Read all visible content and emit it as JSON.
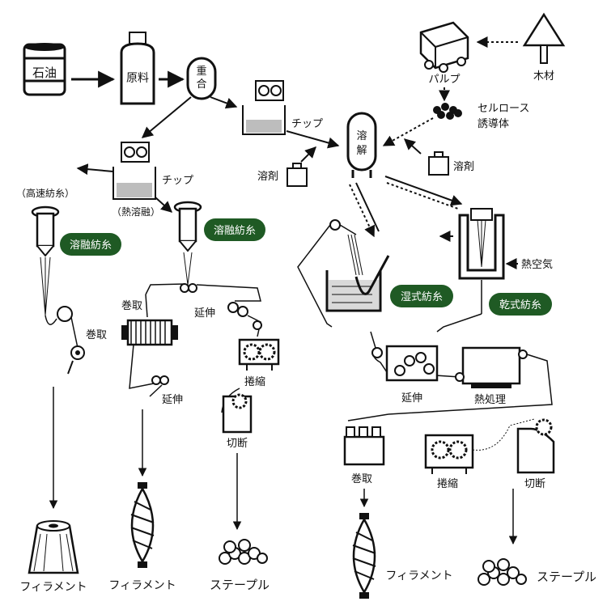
{
  "labels": {
    "oil": "石油",
    "raw_material": "原料",
    "polymerization": "重合",
    "chip_right": "チップ",
    "chip_left": "チップ",
    "solvent_1": "溶剤",
    "solvent_2": "溶剤",
    "dissolve": "溶解",
    "pulp": "パルプ",
    "wood": "木材",
    "cellulose_derivative_line1": "セルロース",
    "cellulose_derivative_line2": "誘導体",
    "high_speed_spinning": "（高速紡糸）",
    "hot_melt": "（熱溶融）",
    "melt_spinning_1": "溶融紡糸",
    "melt_spinning_2": "溶融紡糸",
    "wet_spinning": "湿式紡糸",
    "dry_spinning": "乾式紡糸",
    "hot_air": "熱空気",
    "winding_1": "巻取",
    "winding_2": "巻取",
    "winding_3": "巻取",
    "drawing_1": "延伸",
    "drawing_2": "延伸",
    "drawing_3": "延伸",
    "crimping_1": "捲縮",
    "crimping_2": "捲縮",
    "cutting_1": "切断",
    "cutting_2": "切断",
    "heat_treatment": "熱処理",
    "filament_1": "フィラメント",
    "filament_2": "フィラメント",
    "filament_3": "フィラメント",
    "staple_1": "ステープル",
    "staple_2": "ステープル"
  },
  "colors": {
    "ink": "#111111",
    "pill": "#1f5a24",
    "pill_text": "#ffffff",
    "background": "#ffffff"
  },
  "icons": [
    "oil-barrel-icon",
    "raw-material-tank-icon",
    "polymerization-vessel-icon",
    "chip-hopper-icon",
    "dissolver-tank-icon",
    "pulp-cart-icon",
    "tree-icon",
    "solvent-weight-icon",
    "spinneret-icon",
    "wet-bath-icon",
    "dry-spinning-cell-icon",
    "take-up-bobbin-icon",
    "crimper-icon",
    "cutter-icon",
    "cone-yarn-icon",
    "spindle-yarn-icon",
    "staple-fiber-icon"
  ]
}
